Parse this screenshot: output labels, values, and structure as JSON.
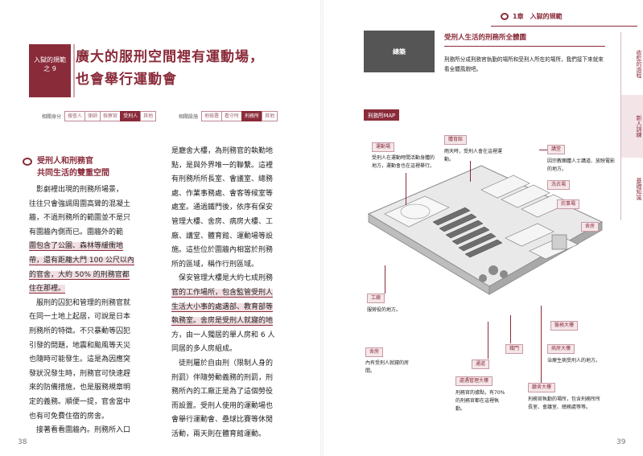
{
  "left": {
    "page_number": "38",
    "title_box": {
      "line1": "入獄的規範",
      "line2": "之 9"
    },
    "title_lines": [
      "廣大的服刑空間裡有運動場，",
      "也會舉行運動會"
    ],
    "tags1_label": "相關身分",
    "tags1": [
      "搜查人",
      "律師",
      "檢察官",
      "受刑人",
      "其他"
    ],
    "tags1_active": 3,
    "tags2_label": "相關設施",
    "tags2": [
      "地檢署",
      "看守所",
      "刑務所",
      "其他"
    ],
    "tags2_active": 2,
    "heading_lines": [
      "受刑人和刑務官",
      "共同生活的雙重空間"
    ],
    "col1": [
      "　影劇裡出現的刑務所場景，",
      "往往只會強調周圍高聳的混凝土",
      "牆，不過刑務所的範圍並不是只",
      "有圍牆內側而已。圍牆外的範",
      "圍包含了公園、森林等緩衝地",
      "帶，還有距離大門 100 公尺以內",
      "的官舍，大約 50% 的刑務官都",
      "住在那裡。",
      "　服刑的囚犯和管理的刑務官就",
      "在同一土地上起居，可說是日本",
      "刑務所的特徵。不只暴動等囚犯",
      "引發的問題，地震和颱風等天災",
      "也隨時可能發生。這是為因應突",
      "發狀況發生時，刑務官可快速趕",
      "來的防備措施，也是服務規章明",
      "定的義務。順便一提，官舍當中",
      "也有可免費住宿的房舍。",
      "　接著看看圍牆內。刑務所入口"
    ],
    "col2": [
      "是廳舍大樓，為刑務官的執勤地",
      "點，是與外界唯一的聯繫。這裡",
      "有刑務所所長室、會議室、總務",
      "處、作業事務處、會客等候室等",
      "處室。通過鐵門後，依序有保安",
      "管理大樓、舍房、病房大樓、工",
      "廠、講堂、體育館、運動場等設",
      "施。這些位於圍牆內相當於刑務",
      "所的區域，稱作行刑區域。",
      "　保安管理大樓是大約七成刑務",
      "官的工作場所，包含監管受刑人",
      "生活大小事的處遇部、教育部等",
      "執務室。舍房是受刑人就寢的地",
      "方，由一人獨居的單人房和 6 人",
      "同居的多人房組成。",
      "　徒刑屬於自由刑（限制人身的",
      "刑罰）伴隨勞動義務的刑罰，刑",
      "務所內的工廠正是為了這個勞役",
      "而設置。受刑人使用的運動場也",
      "會舉行運動會、壘球比賽等休閒",
      "活動，兩天則在體育館運動。"
    ]
  },
  "right": {
    "page_number": "39",
    "chapter_header": "1章　入獄的規範",
    "side_tabs": [
      "收監的過程",
      "新人訓練",
      "基礎知識"
    ],
    "concept_label": "總築",
    "concept_title": "受刑人生活的刑務所全體圖",
    "concept_body": "刑務所分成刑務官執勤的場所和受刑人所在的場所，我們接下來就來看全體風貌吧。",
    "map_label": "刑務所MAP",
    "labels": {
      "playground": "運動場",
      "playground_desc": "受刑人在運動時間活動身體的地方，運動會也在這裡舉行。",
      "gym": "體育館",
      "gym_desc": "雨天時，受刑人會在這裡運動。",
      "auditorium": "講堂",
      "auditorium_desc": "因宗教團體人士講道、放映電影的地方。",
      "laundry": "洗衣場",
      "kitchen": "炊事場",
      "dorm_r": "舍房",
      "factory": "工廠",
      "factory_desc": "服勞役的地方。",
      "hospital": "醫務大樓",
      "ward": "病房大樓",
      "ward_desc": "治療生病受刑人的地方。",
      "dorm_l": "舍房",
      "dorm_l_desc": "內有受刑人就寢的房間。",
      "corridor": "通道",
      "gate": "鐵門",
      "security": "處遇管理大樓",
      "security_desc": "刑務官的據點，有70%的刑務官都在這裡執勤。",
      "admin": "廳舍大樓",
      "admin_desc": "刑務官執勤的場所，包含刑務所所長室、會議室、總務處等等。"
    }
  }
}
